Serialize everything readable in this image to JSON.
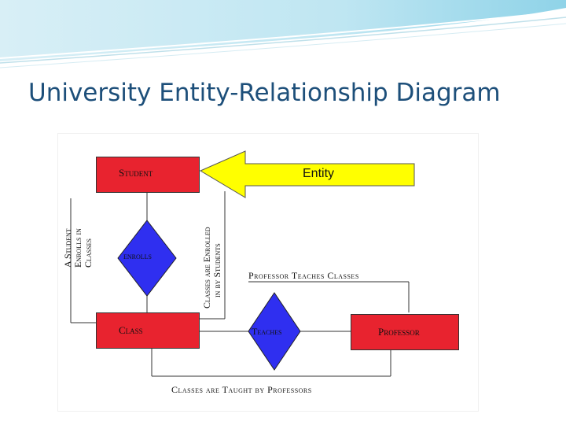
{
  "slide": {
    "title": "University Entity-Relationship Diagram"
  },
  "diagram": {
    "entities": {
      "student": "Student",
      "class": "Class",
      "professor": "Professor"
    },
    "relationships": {
      "enrolls": "enrolls",
      "teaches": "Teaches"
    },
    "annotations": {
      "student_enrolls": [
        "A Student",
        "Enrolls in",
        "Classes"
      ],
      "classes_enrolled": [
        "Classes are Enrolled",
        "in by Students"
      ],
      "professor_teaches": "Professor Teaches Classes",
      "classes_taught": "Classes are Taught by Professors"
    },
    "callout": {
      "label": "Entity"
    },
    "colors": {
      "entity_fill": "#e8232f",
      "relationship_fill": "#2f2ff0",
      "callout_fill": "#ffff00",
      "title_color": "#1d4f7a"
    }
  }
}
